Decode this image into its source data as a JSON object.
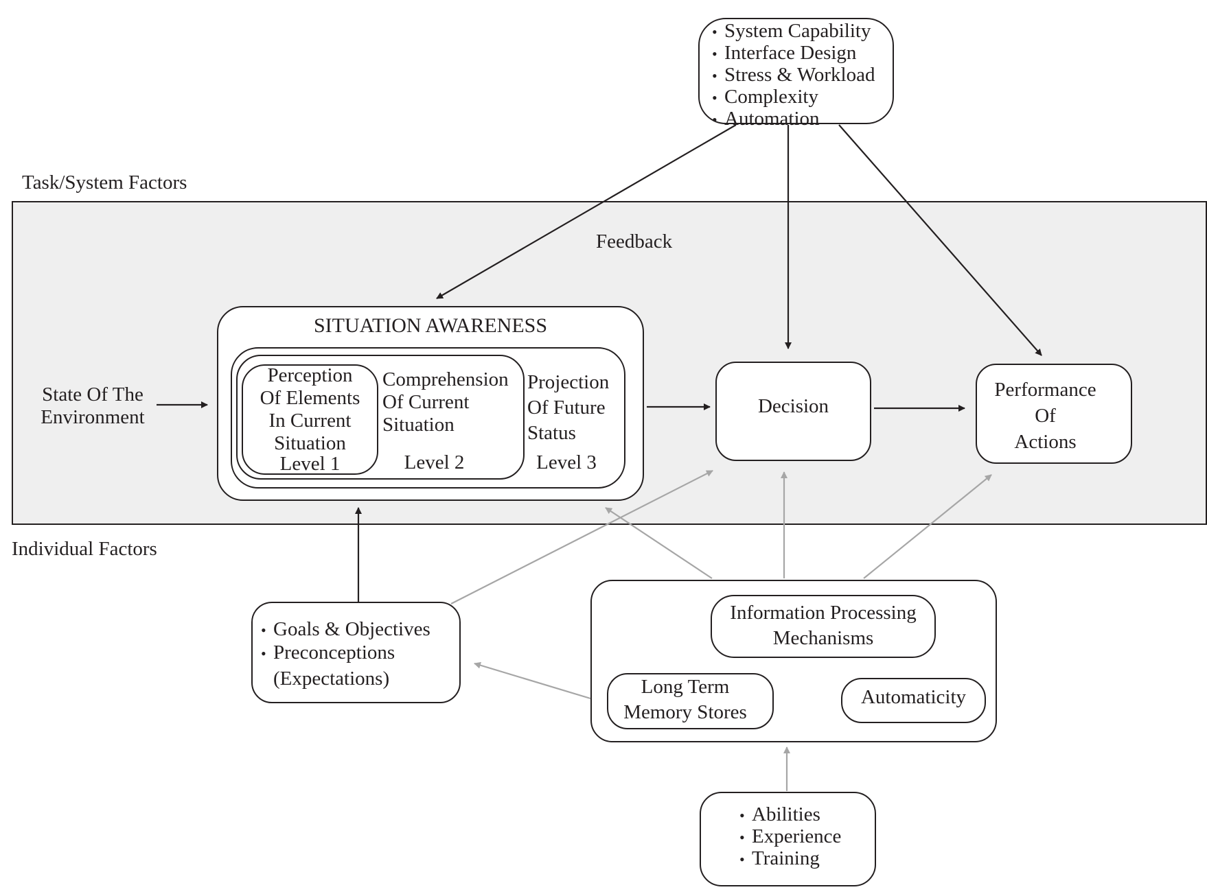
{
  "labels": {
    "task_system_factors": "Task/System Factors",
    "individual_factors": "Individual Factors",
    "feedback": "Feedback",
    "environment": "State Of The\nEnvironment"
  },
  "task_factors": {
    "items": [
      "System Capability",
      "Interface Design",
      "Stress & Workload",
      "Complexity",
      "Automation"
    ]
  },
  "situation_awareness": {
    "title": "SITUATION AWARENESS",
    "level1_text": "Perception\nOf Elements\nIn Current\nSituation",
    "level1_label": "Level 1",
    "level2_text": "Comprehension\nOf Current\nSituation",
    "level2_label": "Level 2",
    "level3_text": "Projection\nOf Future\nStatus",
    "level3_label": "Level 3"
  },
  "decision": {
    "label": "Decision"
  },
  "performance": {
    "label": "Performance\nOf\nActions"
  },
  "goals": {
    "items": [
      "Goals & Objectives",
      "Preconceptions"
    ],
    "continuation": "(Expectations)"
  },
  "mechanisms": {
    "info_processing": "Information Processing\nMechanisms",
    "long_term_memory": "Long Term\nMemory Stores",
    "automaticity": "Automaticity"
  },
  "individual_inputs": {
    "items": [
      "Abilities",
      "Experience",
      "Training"
    ]
  },
  "colors": {
    "ink": "#231f20",
    "gray_arrow": "#a6a6a6",
    "panel_fill": "#efefef"
  }
}
